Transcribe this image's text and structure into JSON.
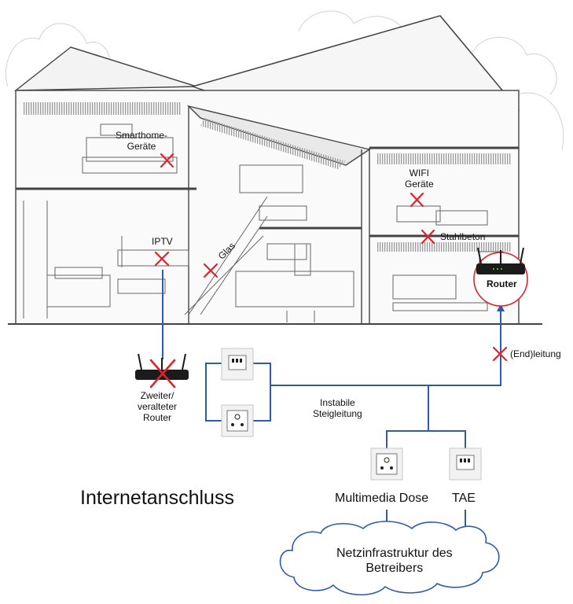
{
  "labels": {
    "smarthome": "Smarthome-\nGeräte",
    "wifi": "WIFI\nGeräte",
    "stahlbeton": "Stahlbeton",
    "iptv": "IPTV",
    "glas": "Glas",
    "router": "Router",
    "endleitung": "(End)leitung",
    "zweiter_router": "Zweiter/\nveralteter\nRouter",
    "steigleitung": "Instabile\nSteigleitung",
    "title": "Internetanschluss",
    "multimedia": "Multimedia Dose",
    "tae": "TAE",
    "netz": "Netzinfrastruktur des\nBetreibers"
  },
  "colors": {
    "cable": "#2f5bab",
    "cross": "#e0222b",
    "house": "#444444",
    "house_light": "#9a9a9a",
    "cloud": "#2f5bab"
  },
  "icons": {
    "cross": "x-mark-icon",
    "router": "router-icon",
    "socket": "wall-socket-icon",
    "cloud": "cloud-icon"
  }
}
